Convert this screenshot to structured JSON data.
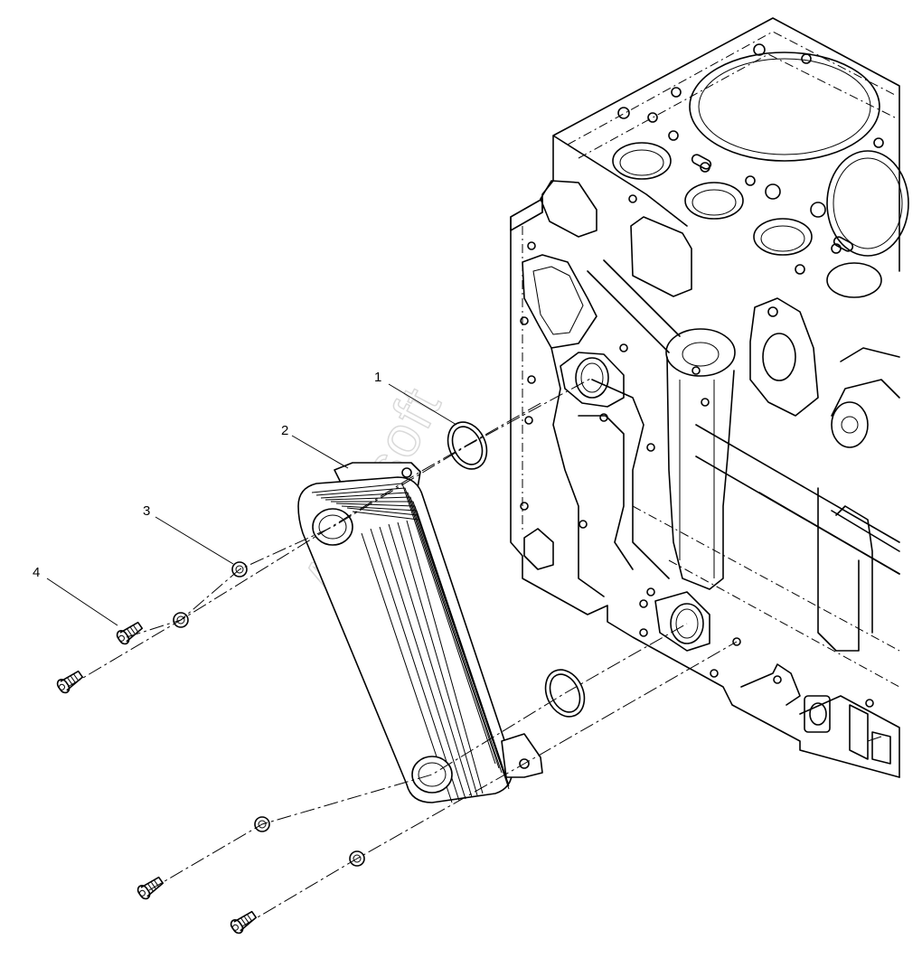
{
  "callouts": [
    {
      "number": "1",
      "part": "o-ring"
    },
    {
      "number": "2",
      "part": "oil-cooler"
    },
    {
      "number": "3",
      "part": "washer"
    },
    {
      "number": "4",
      "part": "cap-screw"
    }
  ],
  "watermark": "Autosoft"
}
